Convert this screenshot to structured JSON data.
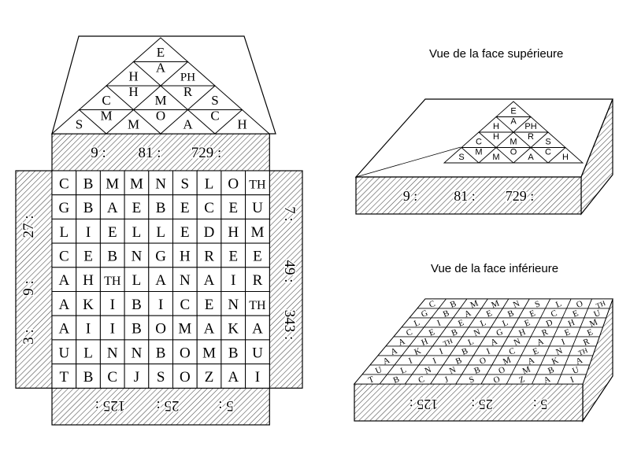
{
  "captions": {
    "top_view": "Vue de la face supérieure",
    "bottom_view": "Vue de la face inférieure"
  },
  "grid": [
    [
      "C",
      "B",
      "M",
      "M",
      "N",
      "S",
      "L",
      "O",
      "TH"
    ],
    [
      "G",
      "B",
      "A",
      "E",
      "B",
      "E",
      "C",
      "E",
      "U"
    ],
    [
      "L",
      "I",
      "E",
      "L",
      "L",
      "E",
      "D",
      "H",
      "M"
    ],
    [
      "C",
      "E",
      "B",
      "N",
      "G",
      "H",
      "R",
      "E",
      "E"
    ],
    [
      "A",
      "H",
      "TH",
      "L",
      "A",
      "N",
      "A",
      "I",
      "R"
    ],
    [
      "A",
      "K",
      "I",
      "B",
      "I",
      "C",
      "E",
      "N",
      "TH"
    ],
    [
      "A",
      "I",
      "I",
      "B",
      "O",
      "M",
      "A",
      "K",
      "A"
    ],
    [
      "U",
      "L",
      "N",
      "N",
      "B",
      "O",
      "M",
      "B",
      "U"
    ],
    [
      "T",
      "B",
      "C",
      "J",
      "S",
      "O",
      "Z",
      "A",
      "I"
    ]
  ],
  "pyramid": {
    "upper_triangles": [
      [
        "E"
      ],
      [
        "H",
        "A",
        "PH"
      ],
      [
        "C",
        "H",
        "M",
        "R",
        "S"
      ],
      [
        "S",
        "M",
        "M",
        "O",
        "A",
        "C",
        "H"
      ]
    ],
    "lower_triangles": [
      [],
      [
        "A"
      ],
      [
        "H",
        "M",
        "R"
      ],
      [
        "M",
        "M",
        "O",
        "A",
        "C"
      ]
    ]
  },
  "faces": {
    "top_numbers": [
      "9 :",
      "81 :",
      "729 :"
    ],
    "bottom_numbers": [
      "5 :",
      "25 :",
      "125 :"
    ],
    "left_numbers": [
      "3 :",
      "9 :",
      "27 :"
    ],
    "right_numbers": [
      "7 :",
      "49 :",
      "343 :"
    ]
  },
  "colors": {
    "ink": "#000000",
    "paper": "#ffffff",
    "hatch": "#444444"
  }
}
